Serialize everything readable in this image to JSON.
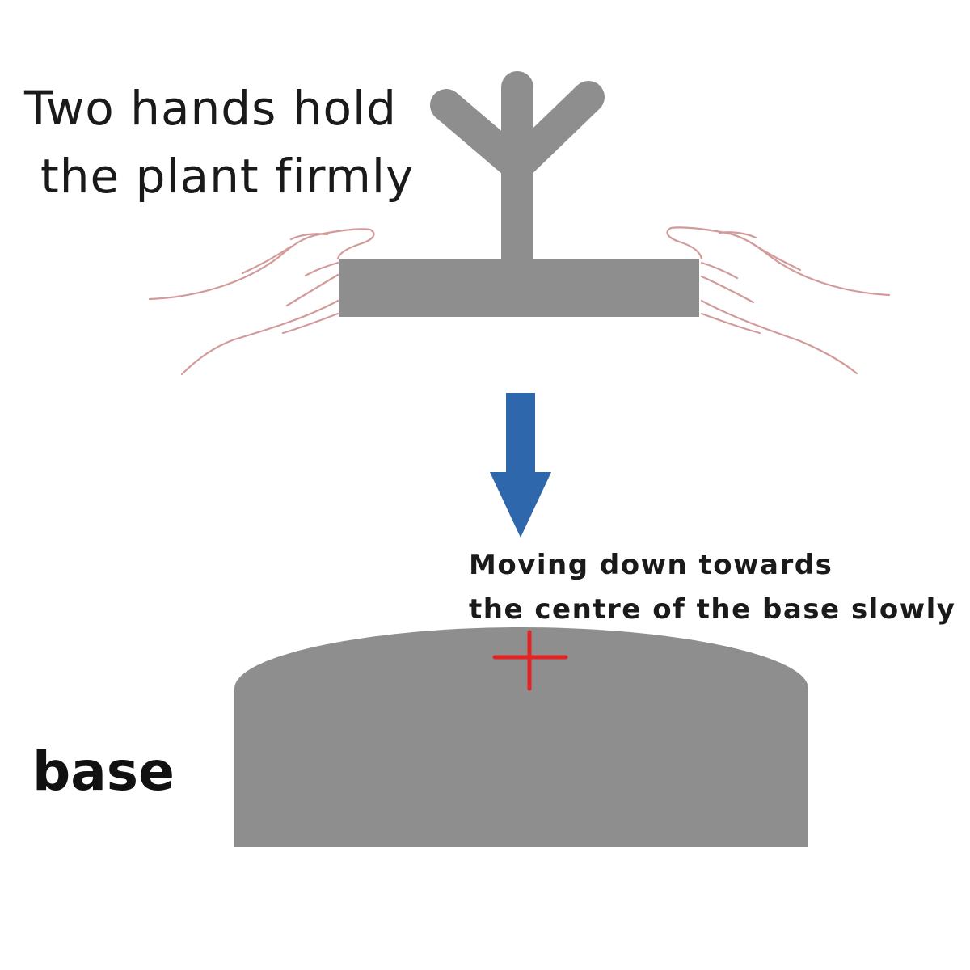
{
  "instructions": {
    "hold_line1": "Two hands hold",
    "hold_line2": "the plant firmly",
    "move_line1": "Moving down towards",
    "move_line2": "the centre of the base slowly"
  },
  "labels": {
    "base": "base"
  },
  "colors": {
    "plant_gray": "#8e8e8e",
    "base_gray": "#8e8e8e",
    "arrow_blue": "#2e67ac",
    "center_mark_red": "#e32424",
    "hand_outline": "#d39a9a",
    "text": "#1a1a1a"
  },
  "icons": {
    "plant": "plant-shape",
    "hands": "hand-outline",
    "arrow": "down-arrow-icon",
    "center_mark": "crosshair-icon"
  }
}
